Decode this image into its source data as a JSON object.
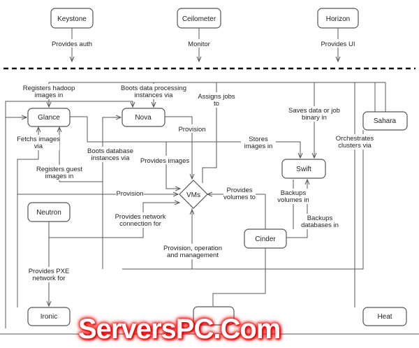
{
  "nodes": {
    "keystone": "Keystone",
    "ceilometer": "Ceilometer",
    "horizon": "Horizon",
    "glance": "Glance",
    "nova": "Nova",
    "sahara": "Sahara",
    "swift": "Swift",
    "vms": "VMs",
    "neutron": "Neutron",
    "cinder": "Cinder",
    "ironic": "Ironic",
    "bottom": "",
    "heat": "Heat"
  },
  "labels": {
    "auth": [
      "Provides auth"
    ],
    "monitor": [
      "Monitor"
    ],
    "ui": [
      "Provides UI"
    ],
    "hadoop": [
      "Registers hadoop",
      "images in"
    ],
    "boots_dp": [
      "Boots data processing",
      "instances via"
    ],
    "assigns": [
      "Assigns jobs",
      "to"
    ],
    "saves": [
      "Saves data or job",
      "binary in"
    ],
    "provision_nova": [
      "Provision"
    ],
    "stores": [
      "Stores",
      "images in"
    ],
    "fetchs": [
      "Fetchs images",
      "via"
    ],
    "boots_db": [
      "Boots database",
      "instances via"
    ],
    "provides_images": [
      "Provides images"
    ],
    "reg_guest": [
      "Registers guest",
      "images in"
    ],
    "orchestrates": [
      "Orchestrates",
      "clusters via"
    ],
    "provision": [
      "Provision"
    ],
    "volumes": [
      "Provides",
      "volumes to"
    ],
    "backups_vol": [
      "Backups",
      "volumes in"
    ],
    "network": [
      "Provides network",
      "connection for"
    ],
    "backups_db": [
      "Backups",
      "databases in"
    ],
    "pom": [
      "Provision, operation",
      "and management"
    ],
    "pxe": [
      "Provides PXE",
      "network for"
    ]
  },
  "watermark": "ServersPC.Com"
}
